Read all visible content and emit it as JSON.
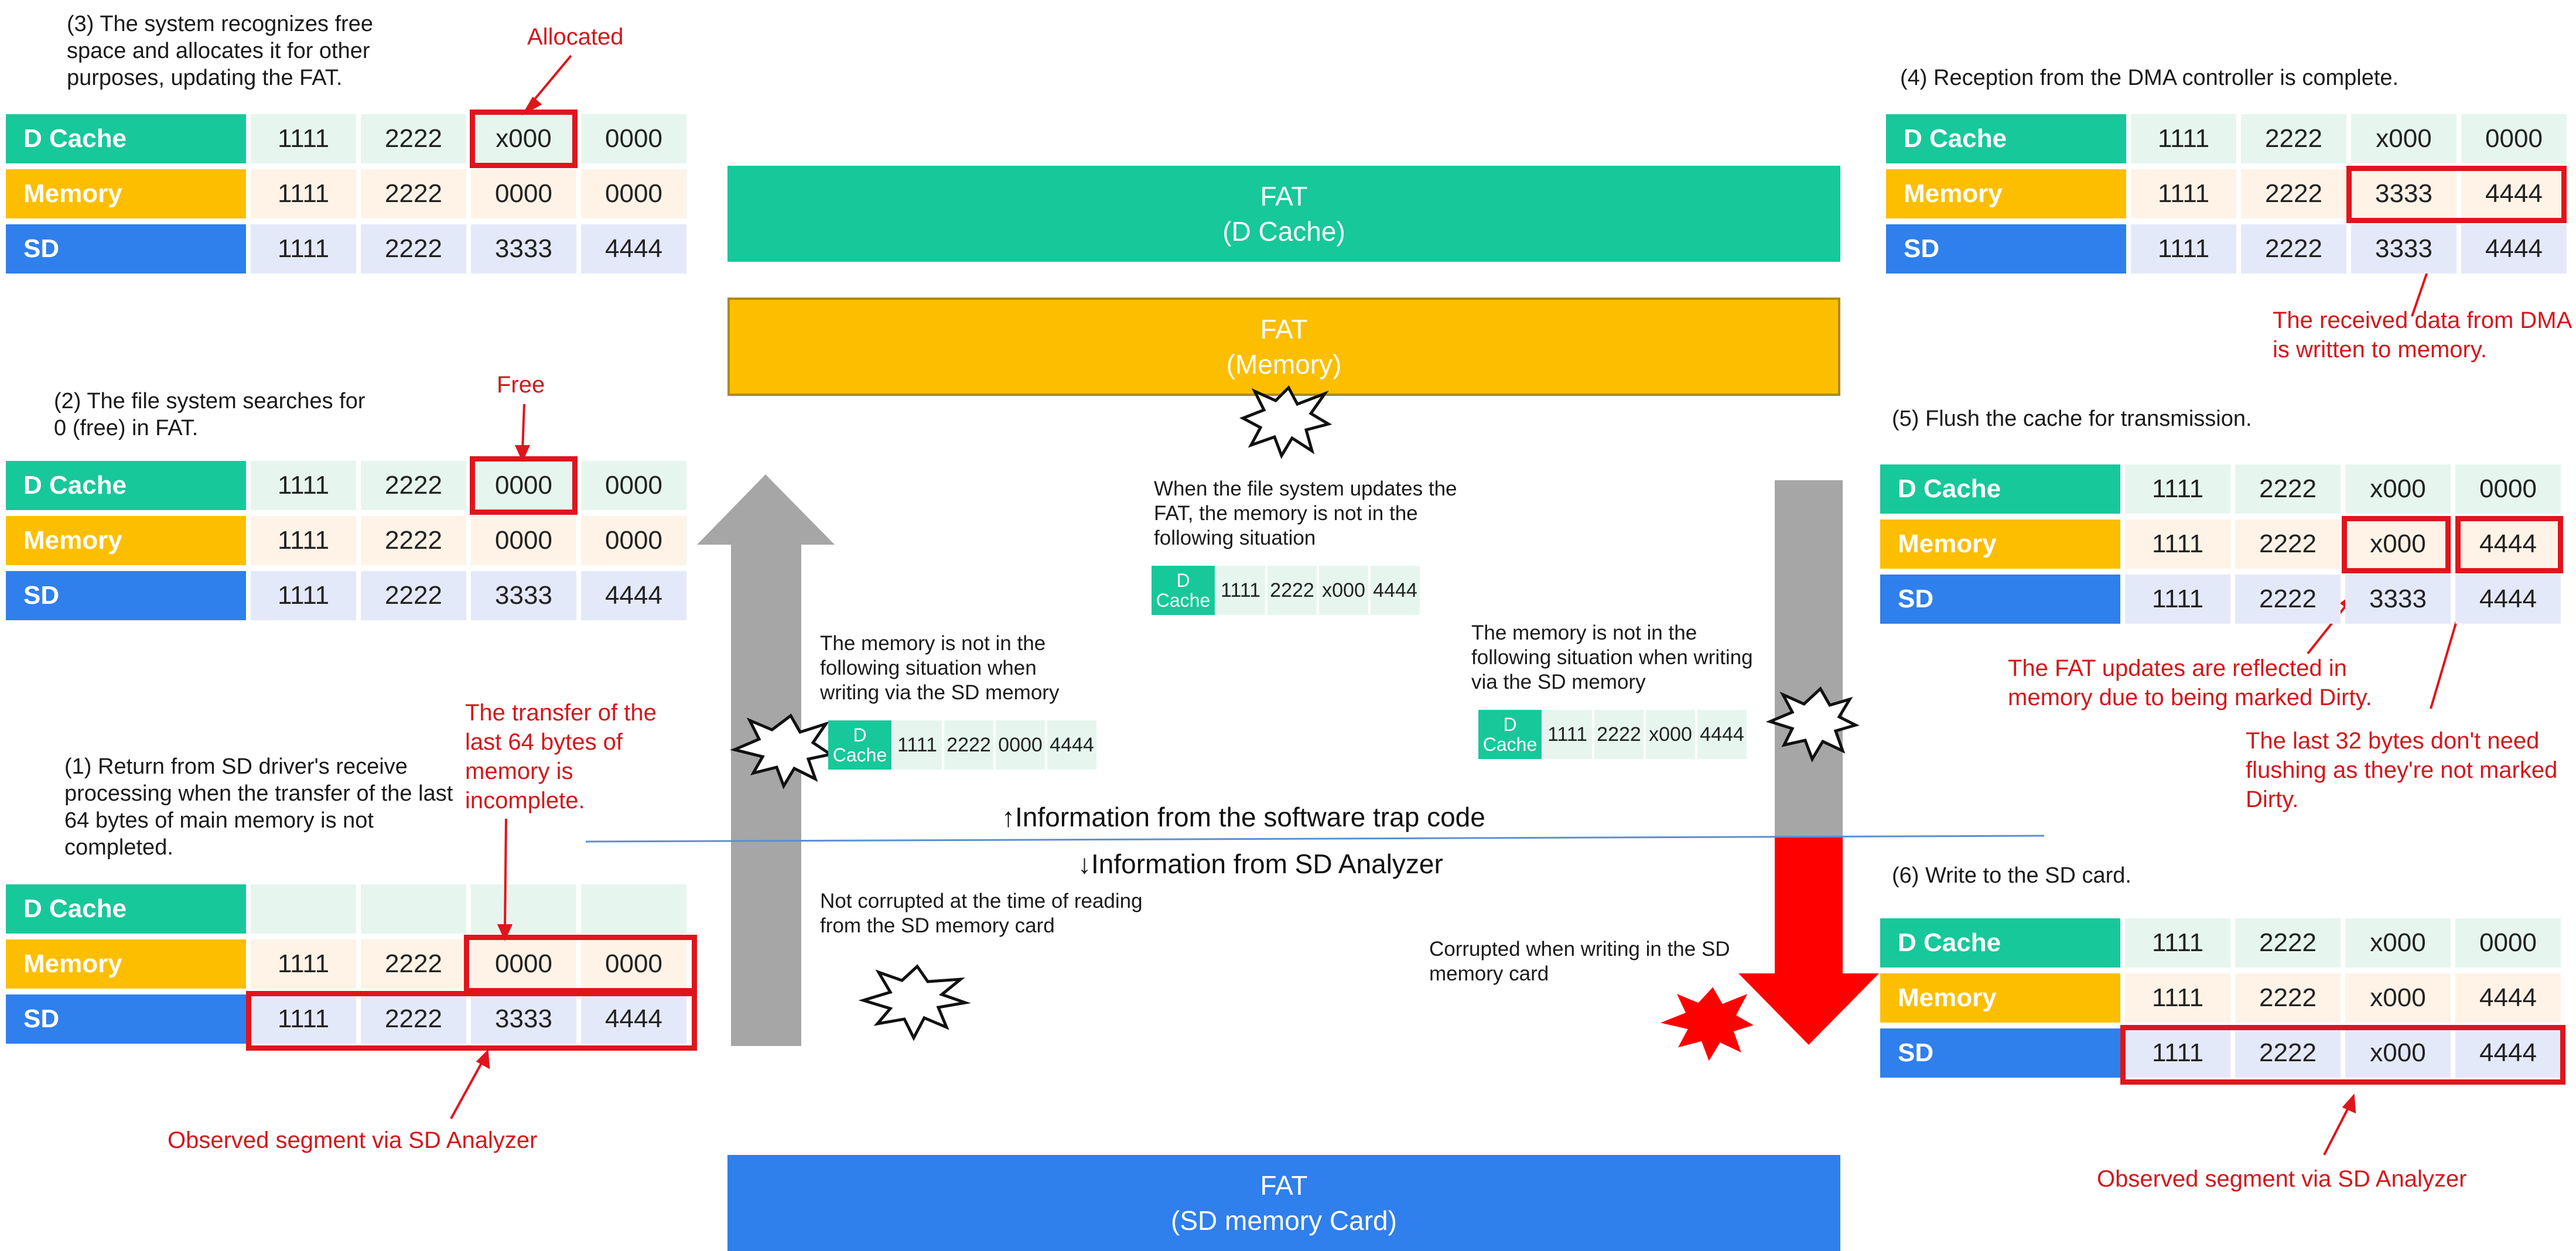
{
  "labels": {
    "dcache": "D Cache",
    "memory": "Memory",
    "sd": "SD"
  },
  "step3": {
    "note": "(3) The system recognizes free space and allocates it for other purposes, updating the FAT.",
    "callout": "Allocated",
    "dcache": [
      "1111",
      "2222",
      "x000",
      "0000"
    ],
    "memory": [
      "1111",
      "2222",
      "0000",
      "0000"
    ],
    "sd": [
      "1111",
      "2222",
      "3333",
      "4444"
    ]
  },
  "step2": {
    "note": "(2) The file system searches for 0 (free) in FAT.",
    "callout": "Free",
    "dcache": [
      "1111",
      "2222",
      "0000",
      "0000"
    ],
    "memory": [
      "1111",
      "2222",
      "0000",
      "0000"
    ],
    "sd": [
      "1111",
      "2222",
      "3333",
      "4444"
    ]
  },
  "step1": {
    "note": "(1) Return from SD driver's receive processing when the transfer of the last 64 bytes of main memory is not completed.",
    "callout": "The transfer of the last 64 bytes of memory is incomplete.",
    "observed": "Observed segment via SD Analyzer",
    "dcache": [
      "",
      "",
      "",
      ""
    ],
    "memory": [
      "1111",
      "2222",
      "0000",
      "0000"
    ],
    "sd": [
      "1111",
      "2222",
      "3333",
      "4444"
    ]
  },
  "step4": {
    "note": "(4) Reception from the DMA controller is complete.",
    "callout": "The received data from DMA is written to memory.",
    "dcache": [
      "1111",
      "2222",
      "x000",
      "0000"
    ],
    "memory": [
      "1111",
      "2222",
      "3333",
      "4444"
    ],
    "sd": [
      "1111",
      "2222",
      "3333",
      "4444"
    ]
  },
  "step5": {
    "note": "(5) Flush the cache for transmission.",
    "callout_a": "The FAT updates are reflected in memory due to being marked Dirty.",
    "callout_b": "The last 32 bytes don't need flushing as they're not marked Dirty.",
    "dcache": [
      "1111",
      "2222",
      "x000",
      "0000"
    ],
    "memory": [
      "1111",
      "2222",
      "x000",
      "4444"
    ],
    "sd": [
      "1111",
      "2222",
      "3333",
      "4444"
    ]
  },
  "step6": {
    "note": "(6) Write to the SD card.",
    "observed": "Observed segment via SD Analyzer",
    "dcache": [
      "1111",
      "2222",
      "x000",
      "0000"
    ],
    "memory": [
      "1111",
      "2222",
      "x000",
      "4444"
    ],
    "sd": [
      "1111",
      "2222",
      "x000",
      "4444"
    ]
  },
  "fat": {
    "dcache": [
      "FAT",
      "(D Cache)"
    ],
    "memory": [
      "FAT",
      "(Memory)"
    ],
    "sd": [
      "FAT",
      "(SD memory Card)"
    ]
  },
  "center": {
    "fs_update_note": "When the file system updates the FAT, the memory is not in the following situation",
    "mini_top": {
      "label": [
        "D",
        "Cache"
      ],
      "values": [
        "1111",
        "2222",
        "x000",
        "4444"
      ]
    },
    "left_note": "The memory is not in the following situation when writing via the SD memory",
    "mini_left": {
      "label": [
        "D",
        "Cache"
      ],
      "values": [
        "1111",
        "2222",
        "0000",
        "4444"
      ]
    },
    "right_note": "The memory is not in the following situation when writing via the SD memory",
    "mini_right": {
      "label": [
        "D",
        "Cache"
      ],
      "values": [
        "1111",
        "2222",
        "x000",
        "4444"
      ]
    },
    "up_label": "↑Information from the software trap code",
    "down_label": "↓Information from SD Analyzer",
    "not_corrupted": "Not corrupted at the time of reading from the SD memory card",
    "corrupted": "Corrupted when writing in the SD memory card"
  },
  "colors": {
    "dcache": "#17c89a",
    "memory": "#fdbe00",
    "sd": "#2f7fec",
    "highlight": "#e0151c",
    "arrow_gray": "#a6a6a6",
    "arrow_red": "#ff0000"
  }
}
